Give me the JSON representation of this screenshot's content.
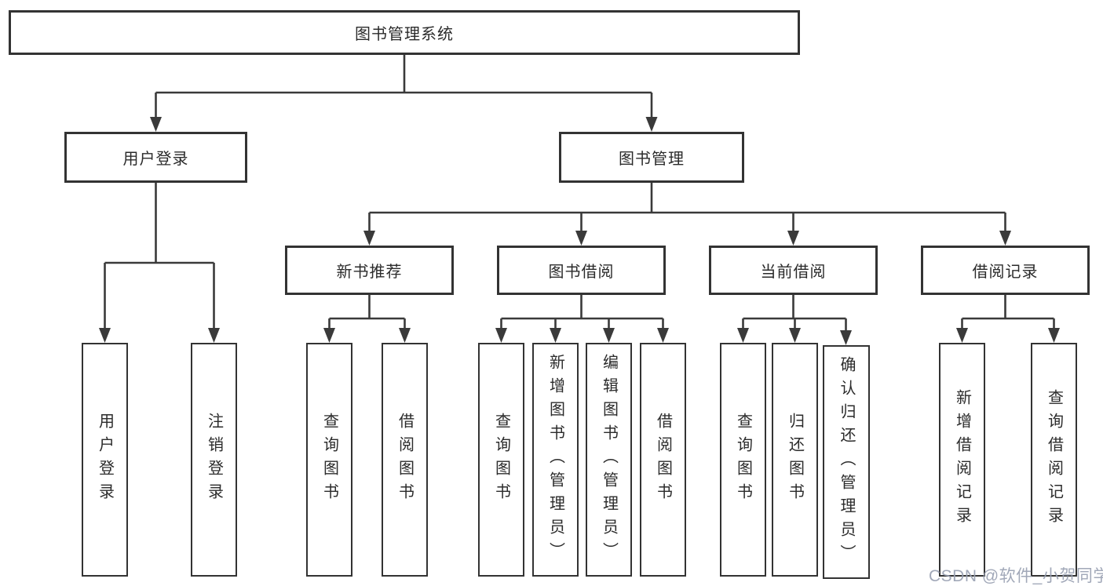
{
  "diagram": {
    "root": {
      "label": "图书管理系统",
      "children": [
        {
          "label": "用户登录",
          "children": [
            {
              "label": "用户登录"
            },
            {
              "label": "注销登录"
            }
          ]
        },
        {
          "label": "图书管理",
          "children": [
            {
              "label": "新书推荐",
              "children": [
                {
                  "label": "查询图书"
                },
                {
                  "label": "借阅图书"
                }
              ]
            },
            {
              "label": "图书借阅",
              "children": [
                {
                  "label": "查询图书"
                },
                {
                  "label": "新增图书（管理员）"
                },
                {
                  "label": "编辑图书（管理员）"
                },
                {
                  "label": "借阅图书"
                }
              ]
            },
            {
              "label": "当前借阅",
              "children": [
                {
                  "label": "查询图书"
                },
                {
                  "label": "归还图书"
                },
                {
                  "label": "确认归还（管理员）"
                }
              ]
            },
            {
              "label": "借阅记录",
              "children": [
                {
                  "label": "新增借阅记录"
                },
                {
                  "label": "查询借阅记录"
                }
              ]
            }
          ]
        }
      ]
    }
  },
  "watermark": {
    "text": "CSDN @软件_小贺同学"
  },
  "colors": {
    "line": "#3a3a3a",
    "border": "#333333",
    "fill": "#ffffff",
    "text": "#2b2b2b",
    "watermark": "#9aa1b3"
  }
}
